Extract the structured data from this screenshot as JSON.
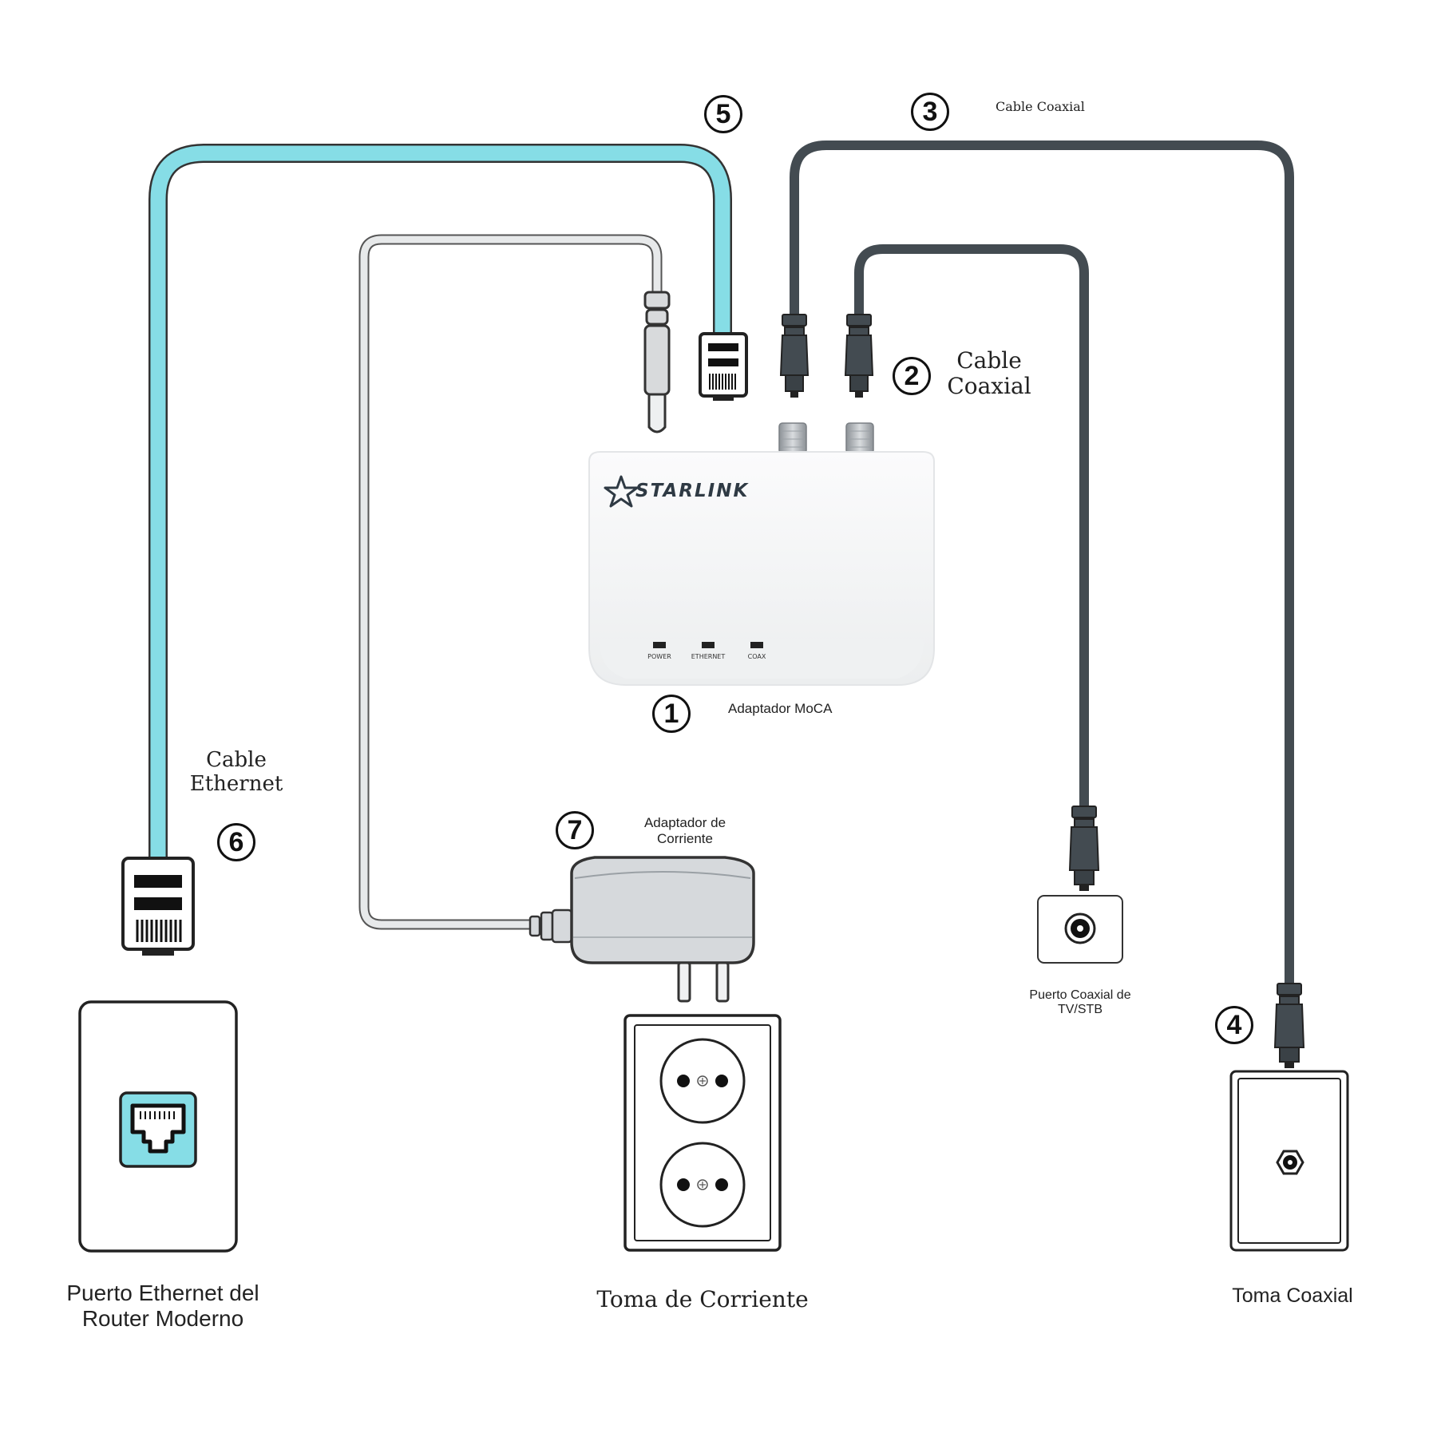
{
  "colors": {
    "ethernet_cable": "#86dde6",
    "ethernet_outline": "#333333",
    "power_cable": "#e7e9ea",
    "coax_cable": "#434b51",
    "device_body": "#f6f7f8",
    "adapter_body": "#d6d9dc",
    "port_accent": "#86dde6"
  },
  "icons": {
    "rj45": "rj45-connector-icon",
    "coax": "coax-f-connector-icon",
    "dc": "dc-barrel-plug-icon",
    "outlet": "schuko-outlet-icon",
    "ethernet_port": "ethernet-port-icon"
  },
  "device": {
    "brand": "STARLINK",
    "leds": [
      "POWER",
      "ETHERNET",
      "COAX"
    ]
  },
  "callouts": {
    "n1": "1",
    "n2": "2",
    "n3": "3",
    "n4": "4",
    "n5": "5",
    "n6": "6",
    "n7": "7"
  },
  "labels": {
    "moca_adapter": "Adaptador MoCA",
    "coax_cable_top": "Cable Coaxial",
    "coax_cable_mid_line1": "Cable",
    "coax_cable_mid_line2": "Coaxial",
    "ethernet_cable_line1": "Cable",
    "ethernet_cable_line2": "Ethernet",
    "power_adapter_line1": "Adaptador de",
    "power_adapter_line2": "Corriente",
    "tv_port_line1": "Puerto Coaxial de",
    "tv_port_line2": "TV/STB",
    "router_port_line1": "Puerto Ethernet del",
    "router_port_line2": "Router Moderno",
    "power_outlet": "Toma de Corriente",
    "coax_outlet": "Toma Coaxial"
  }
}
